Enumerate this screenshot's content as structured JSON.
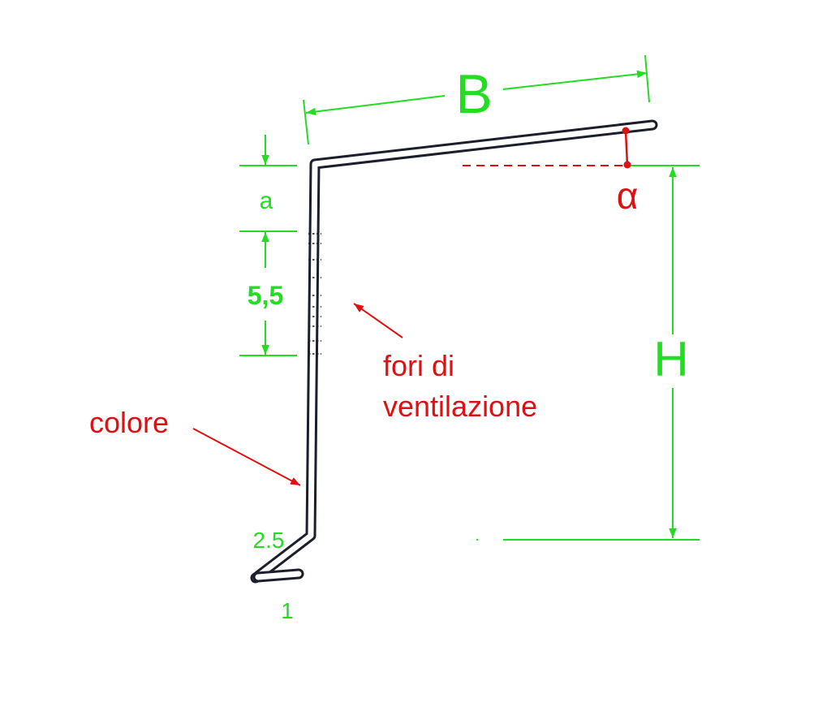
{
  "colors": {
    "dimension": "#22dd22",
    "annotation": "#dd1111",
    "profile": "#1a1f2b",
    "background": "#ffffff"
  },
  "labels": {
    "width": "B",
    "height": "H",
    "top_offset": "a",
    "vent_band": "5,5",
    "angle": "α",
    "hem_flange": "2.5",
    "hem_return": "1",
    "vent_holes": [
      "fori di",
      "ventilazione"
    ],
    "color_face": "colore"
  }
}
